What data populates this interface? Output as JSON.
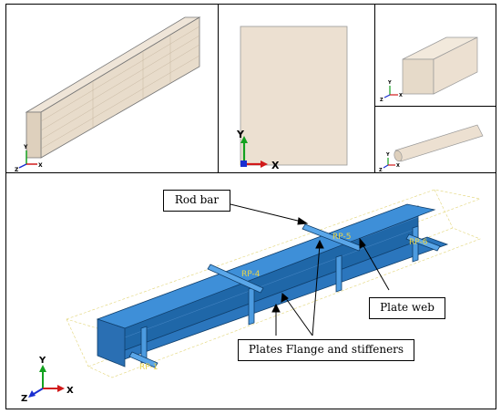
{
  "panels": {
    "beam_3d": {
      "axes": [
        "Y",
        "Z",
        "X"
      ]
    },
    "plate_2d": {
      "axes": [
        "Y",
        "X"
      ]
    },
    "block_3d": {
      "axes": [
        "Y",
        "Z",
        "X"
      ]
    },
    "rod_3d": {
      "axes": [
        "Y",
        "Z",
        "X"
      ]
    },
    "assembly": {
      "reference_points": [
        "RP-1",
        "RP-4",
        "RP-5",
        "RP-6"
      ],
      "axes": [
        "Y",
        "Z",
        "X"
      ],
      "callouts": {
        "rod_bar": "Rod bar",
        "plate_web": "Plate web",
        "flange_stiffeners": "Plates Flange and stiffeners"
      }
    }
  },
  "colors": {
    "part_fill": "#ece0d1",
    "beam_blue": "#2f7fc9",
    "beam_blue_dark": "#1c5f9f",
    "rp_label": "#e8d34a",
    "axis_red": "#d11a1a",
    "axis_green": "#13a11f",
    "axis_blue": "#1a2fd1"
  }
}
